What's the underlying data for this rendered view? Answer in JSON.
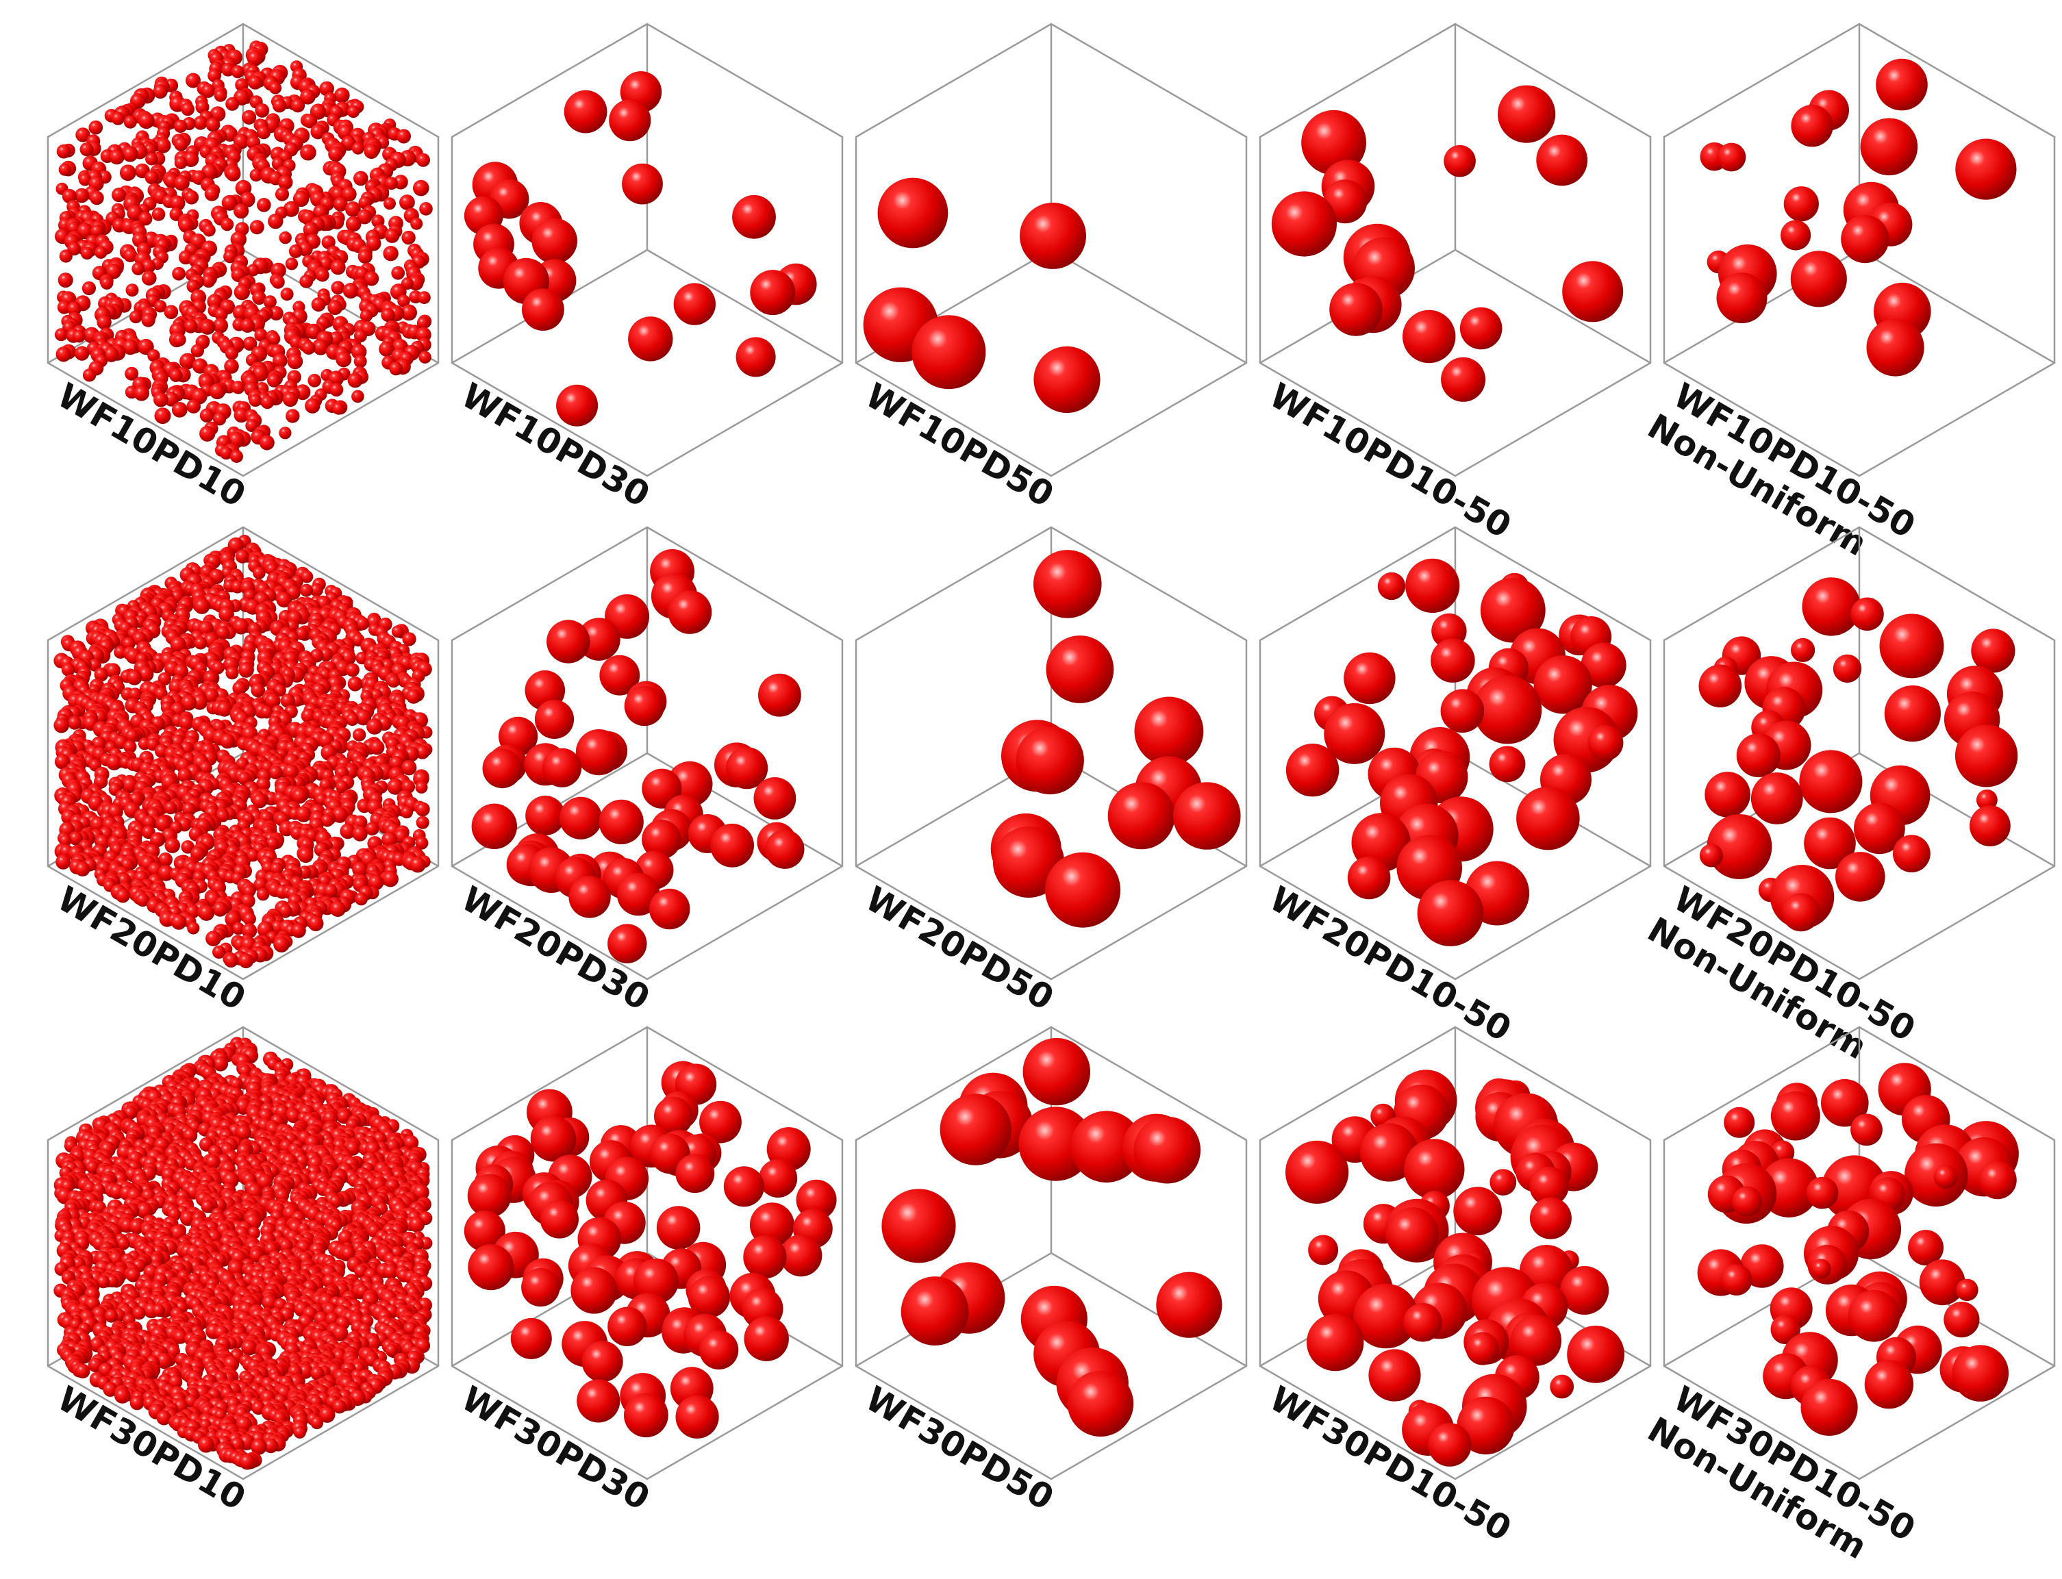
{
  "figure": {
    "sphere_color": "#e00000",
    "edge_color": "#9a9a9a",
    "rows": [
      [
        {
          "label": [
            "WF10PD10"
          ],
          "particles": "dense-small",
          "count": 850
        },
        {
          "label": [
            "WF10PD30"
          ],
          "particles": "medium",
          "count": 22
        },
        {
          "label": [
            "WF10PD50"
          ],
          "particles": "large",
          "count": 5
        },
        {
          "label": [
            "WF10PD10-50"
          ],
          "particles": "mixed",
          "count": 16
        },
        {
          "label": [
            "WF10PD10-50",
            "Non-Uniform"
          ],
          "particles": "mixed-nonuniform",
          "count": 18
        }
      ],
      [
        {
          "label": [
            "WF20PD10"
          ],
          "particles": "dense-small",
          "count": 1700
        },
        {
          "label": [
            "WF20PD30"
          ],
          "particles": "medium",
          "count": 48
        },
        {
          "label": [
            "WF20PD50"
          ],
          "particles": "large",
          "count": 11
        },
        {
          "label": [
            "WF20PD10-50"
          ],
          "particles": "mixed",
          "count": 38
        },
        {
          "label": [
            "WF20PD10-50",
            "Non-Uniform"
          ],
          "particles": "mixed-nonuniform",
          "count": 34
        }
      ],
      [
        {
          "label": [
            "WF30PD10"
          ],
          "particles": "dense-small",
          "count": 2600
        },
        {
          "label": [
            "WF30PD30"
          ],
          "particles": "medium",
          "count": 72
        },
        {
          "label": [
            "WF30PD50"
          ],
          "particles": "large",
          "count": 17
        },
        {
          "label": [
            "WF30PD10-50"
          ],
          "particles": "mixed",
          "count": 62
        },
        {
          "label": [
            "WF30PD10-50",
            "Non-Uniform"
          ],
          "particles": "mixed-nonuniform",
          "count": 55
        }
      ]
    ]
  }
}
